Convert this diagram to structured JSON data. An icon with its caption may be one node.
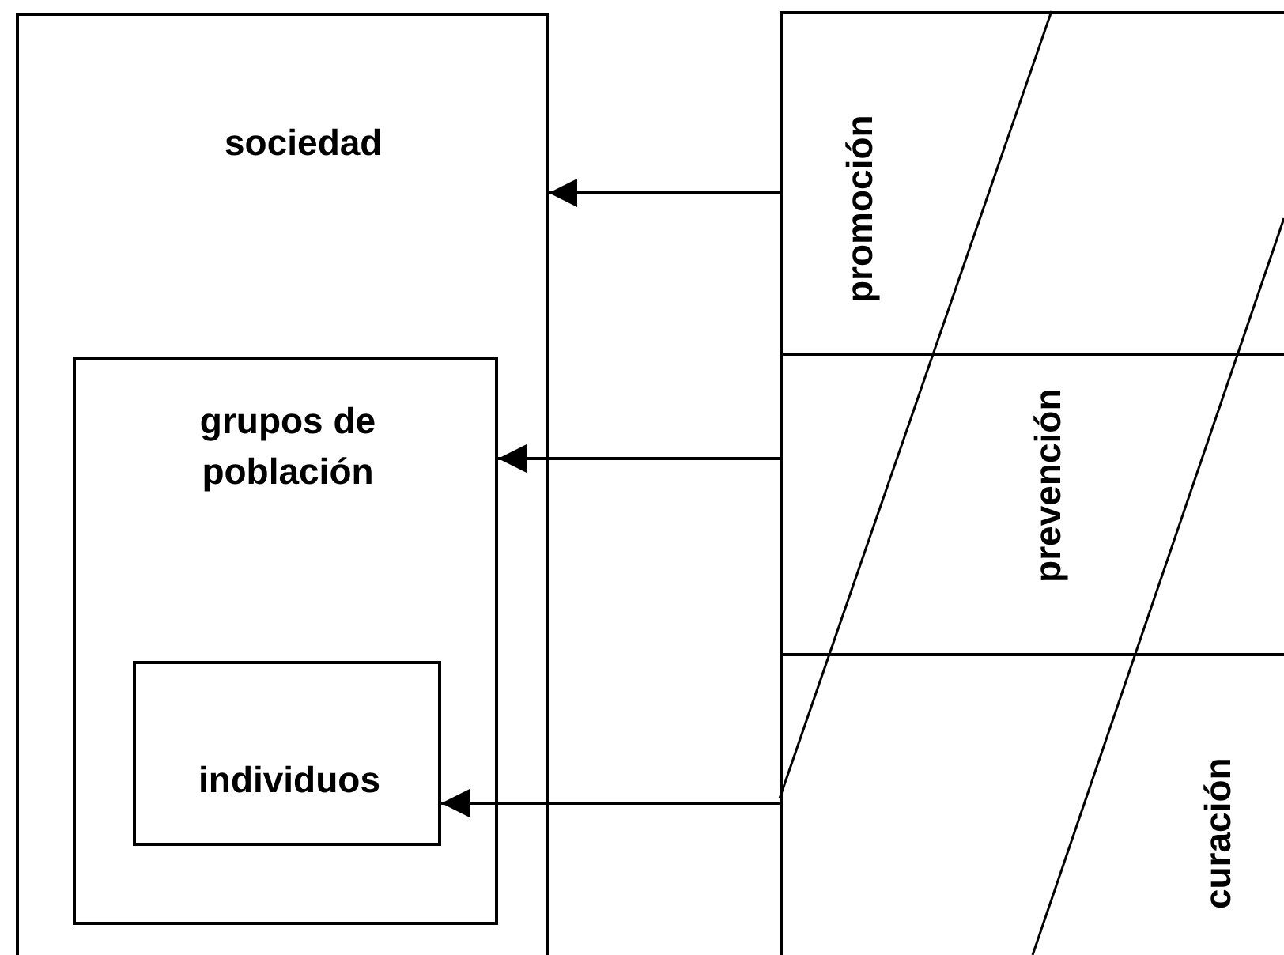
{
  "diagram": {
    "nodes": [
      {
        "text": [
          "sociedad"
        ]
      },
      {
        "text": [
          "grupos de población"
        ],
        "in": 0
      },
      {
        "text": [
          "individuos"
        ],
        "in": 1
      },
      {
        "text": [
          "promoción"
        ]
      },
      {
        "text": [
          "prevención"
        ]
      },
      {
        "text": [
          "curación"
        ]
      }
    ],
    "edges": [
      {
        "from": 3,
        "to": 0,
        "arrow": "to"
      },
      {
        "from": 4,
        "to": 1,
        "arrow": "to"
      },
      {
        "from": 5,
        "to": 2,
        "arrow": "to"
      }
    ]
  }
}
